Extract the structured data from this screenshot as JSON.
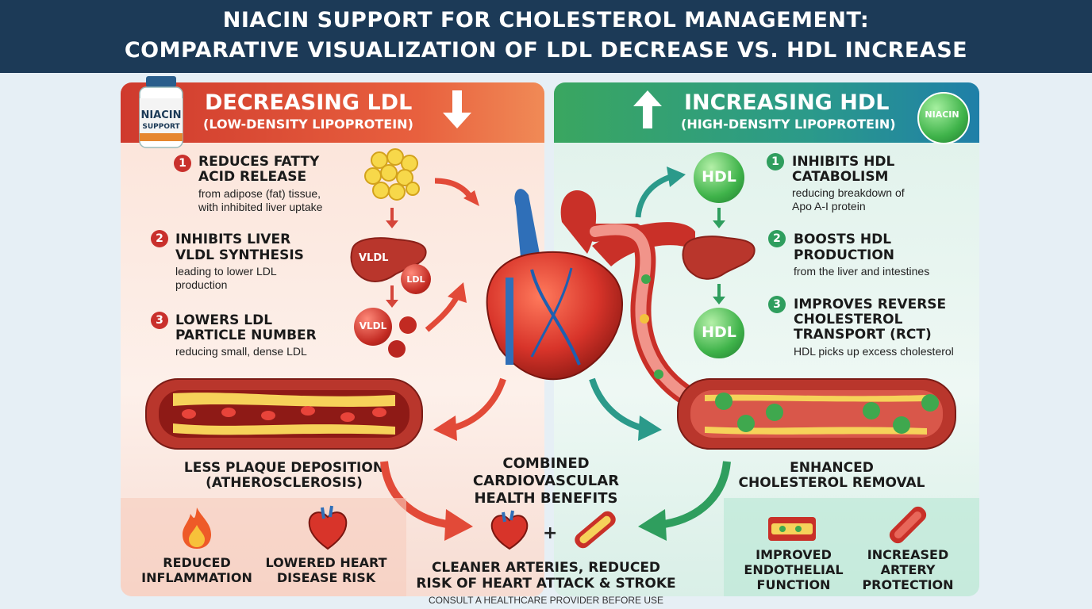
{
  "title": {
    "line1": "NIACIN SUPPORT FOR CHOLESTEROL MANAGEMENT:",
    "line2": "COMPARATIVE VISUALIZATION OF LDL DECREASE VS. HDL INCREASE"
  },
  "left": {
    "bottle_label_1": "NIACIN",
    "bottle_label_2": "SUPPORT",
    "heading": "DECREASING LDL",
    "subheading": "(LOW-DENSITY LIPOPROTEIN)",
    "steps": [
      {
        "num": "1",
        "title_1": "REDUCES FATTY",
        "title_2": "ACID RELEASE",
        "desc_1": "from adipose (fat) tissue,",
        "desc_2": "with inhibited liver uptake"
      },
      {
        "num": "2",
        "title_1": "INHIBITS LIVER",
        "title_2": "VLDL SYNTHESIS",
        "desc_1": "leading to lower LDL",
        "desc_2": "production"
      },
      {
        "num": "3",
        "title_1": "LOWERS LDL",
        "title_2": "PARTICLE NUMBER",
        "desc_1": "reducing small, dense LDL"
      }
    ],
    "liver_label": "VLDL",
    "ldl_label": "LDL",
    "vldl_particle_label": "VLDL",
    "artery_caption_1": "LESS PLAQUE DEPOSITION",
    "artery_caption_2": "(ATHEROSCLEROSIS)",
    "benefit_1_line1": "REDUCED",
    "benefit_1_line2": "INFLAMMATION",
    "benefit_2_line1": "LOWERED HEART",
    "benefit_2_line2": "DISEASE RISK"
  },
  "right": {
    "badge": "NIACIN",
    "heading": "INCREASING HDL",
    "subheading": "(HIGH-DENSITY LIPOPROTEIN)",
    "steps": [
      {
        "num": "1",
        "title_1": "INHIBITS HDL",
        "title_2": "CATABOLISM",
        "desc_1": "reducing breakdown of",
        "desc_2": "Apo A-I protein"
      },
      {
        "num": "2",
        "title_1": "BOOSTS HDL",
        "title_2": "PRODUCTION",
        "desc_1": "from the liver and intestines"
      },
      {
        "num": "3",
        "title_1": "IMPROVES REVERSE",
        "title_2": "CHOLESTEROL",
        "title_3": "TRANSPORT (RCT)",
        "desc_1": "HDL picks up excess cholesterol"
      }
    ],
    "hdl_label": "HDL",
    "artery_caption_1": "ENHANCED",
    "artery_caption_2": "CHOLESTEROL REMOVAL",
    "benefit_1_line1": "IMPROVED",
    "benefit_1_line2": "ENDOTHELIAL",
    "benefit_1_line3": "FUNCTION",
    "benefit_2_line1": "INCREASED",
    "benefit_2_line2": "ARTERY",
    "benefit_2_line3": "PROTECTION"
  },
  "center": {
    "combined_1": "COMBINED",
    "combined_2": "CARDIOVASCULAR",
    "combined_3": "HEALTH BENEFITS",
    "plus": "+",
    "result_1": "CLEANER ARTERIES, REDUCED",
    "result_2": "RISK OF HEART ATTACK & STROKE",
    "disclaimer": "CONSULT A HEALTHCARE PROVIDER BEFORE USE"
  },
  "colors": {
    "title_bg": "#1c3a57",
    "ldl_red": "#cf3a2d",
    "hdl_green": "#2f9e5e",
    "hdl_teal": "#1f7fa8"
  }
}
